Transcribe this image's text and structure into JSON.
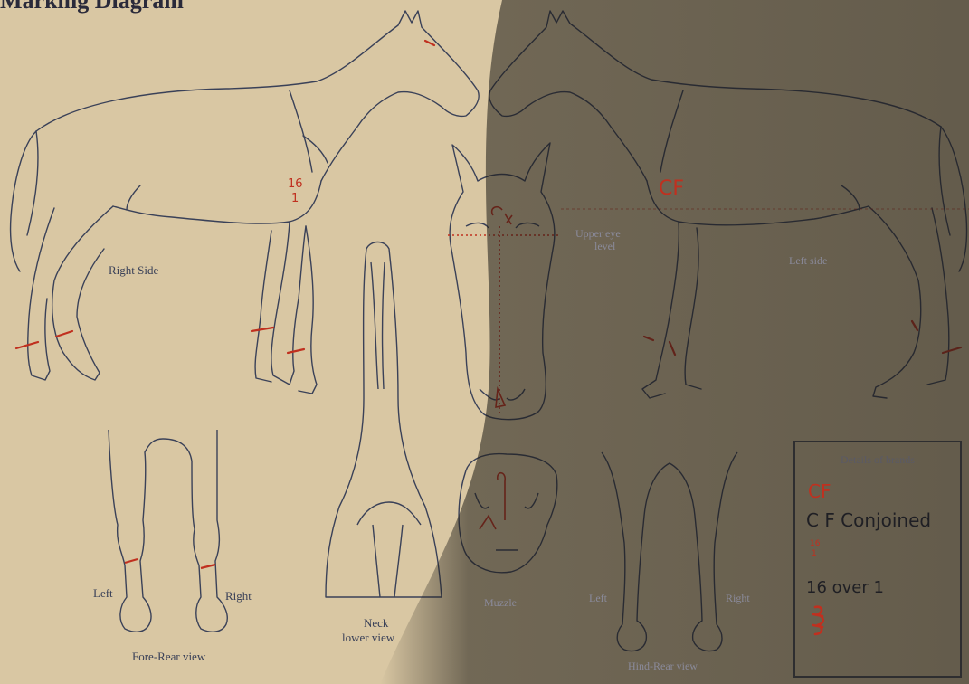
{
  "title": "Marking Diagram",
  "labels": {
    "right_side": "Right Side",
    "left_side": "Left side",
    "upper_eye_level_1": "Upper eye",
    "upper_eye_level_2": "level",
    "fore_rear_left": "Left",
    "fore_rear_right": "Right",
    "fore_rear_view": "Fore-Rear view",
    "neck": "Neck",
    "neck_lower_view": "lower view",
    "muzzle": "Muzzle",
    "hind_rear_left": "Left",
    "hind_rear_right": "Right",
    "hind_rear_view": "Hind-Rear view"
  },
  "brands": {
    "box_title": "Details of brands",
    "entries": [
      {
        "mark": "CF",
        "description": "C F Conjoined"
      },
      {
        "mark": "16 over 1",
        "description": "16 over 1"
      }
    ],
    "annotations": {
      "right_side_brand_top": "16",
      "right_side_brand_bottom": "1",
      "left_side_brand": "CF",
      "box_mark_16": "16",
      "box_mark_1": "1"
    }
  },
  "colors": {
    "paper": "#d9c7a3",
    "line": "#3a4158",
    "marking": "#c0301f",
    "shadow": "#1c1a16"
  }
}
